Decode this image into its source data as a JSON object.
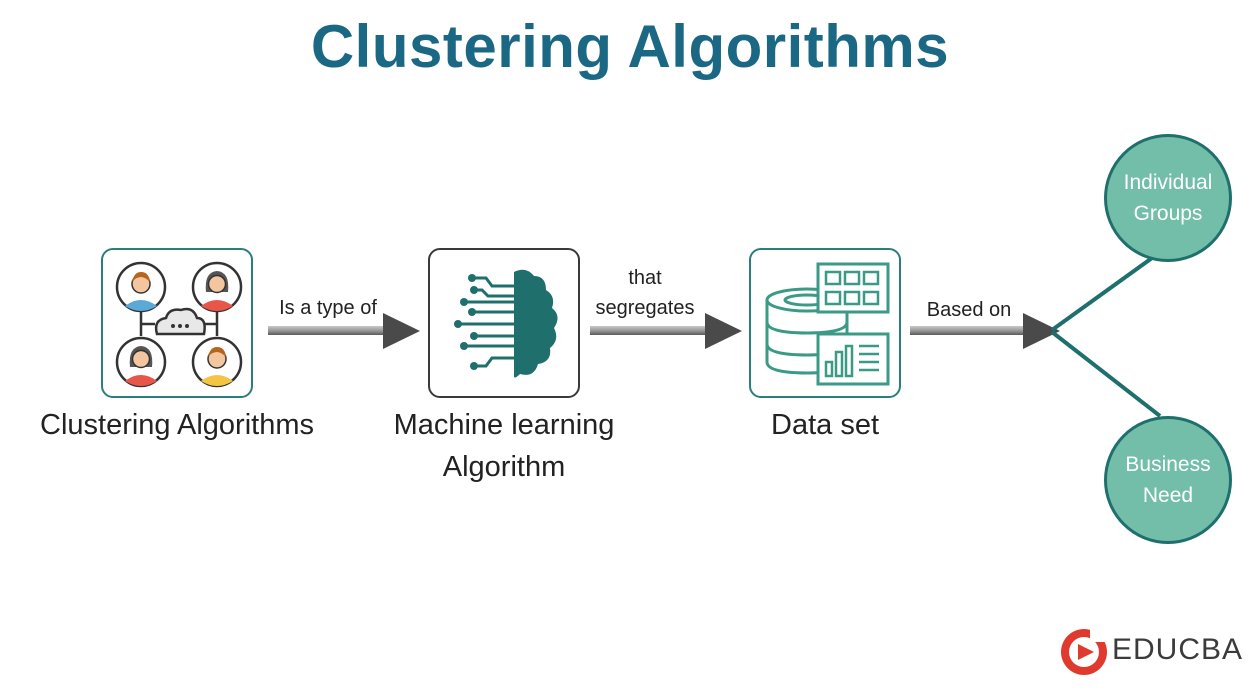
{
  "title": "Clustering Algorithms",
  "nodes": {
    "clustering": {
      "label": "Clustering Algorithms"
    },
    "ml": {
      "label_line1": "Machine learning",
      "label_line2": "Algorithm"
    },
    "dataset": {
      "label": "Data set"
    }
  },
  "edges": {
    "type_of": "Is a type of",
    "segregates_line1": "that",
    "segregates_line2": "segregates",
    "based_on": "Based on"
  },
  "outcomes": {
    "individual_groups_line1": "Individual",
    "individual_groups_line2": "Groups",
    "business_need_line1": "Business",
    "business_need_line2": "Need"
  },
  "logo": {
    "text": "EDUCBA"
  },
  "colors": {
    "title": "#1b6884",
    "teal": "#2a7f7b",
    "circle_fill": "#72bea9",
    "arrow": "#555555",
    "logo_red": "#e03a2f"
  },
  "icons": {
    "clustering": "users-network-cloud-icon",
    "ml": "brain-network-icon",
    "dataset": "database-table-chart-icon"
  }
}
